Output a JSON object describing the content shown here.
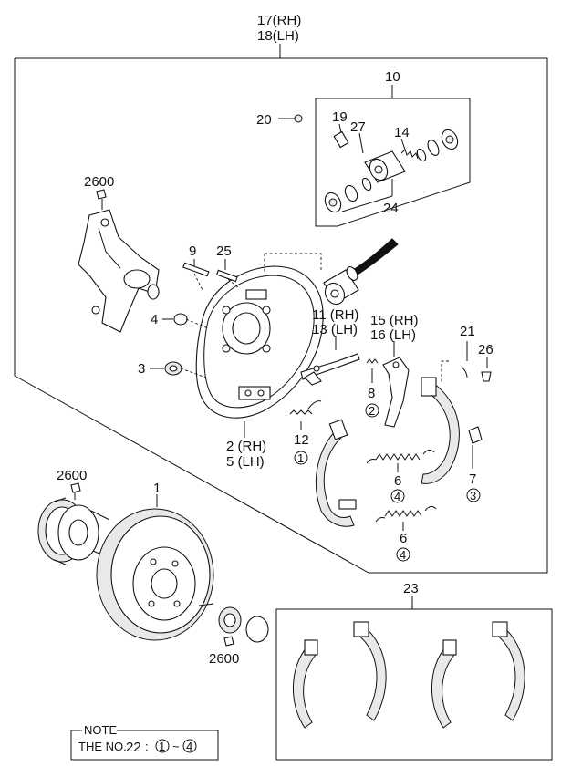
{
  "callouts": {
    "c17": "17(RH)",
    "c18": "18(LH)",
    "c10": "10",
    "c20": "20",
    "c19": "19",
    "c27": "27",
    "c14": "14",
    "c24": "24",
    "c2600a": "2600",
    "c9": "9",
    "c25": "25",
    "c4": "4",
    "c3": "3",
    "c11": "11 (RH)",
    "c13": "13 (LH)",
    "c15": "15 (RH)",
    "c16": "16 (LH)",
    "c21": "21",
    "c26": "26",
    "c8": "8",
    "c8sub": "2",
    "c12": "12",
    "c12sub": "1",
    "c2": "2 (RH)",
    "c5": "5 (LH)",
    "c6a": "6",
    "c6asub": "4",
    "c7": "7",
    "c7sub": "3",
    "c6b": "6",
    "c6bsub": "4",
    "c2600b": "2600",
    "c1": "1",
    "c2600c": "2600",
    "c23": "23"
  },
  "note": {
    "title": "NOTE",
    "prefix": "THE NO.",
    "number": "22",
    "colon": ":",
    "from": "1",
    "tilde": "~",
    "to": "4"
  }
}
